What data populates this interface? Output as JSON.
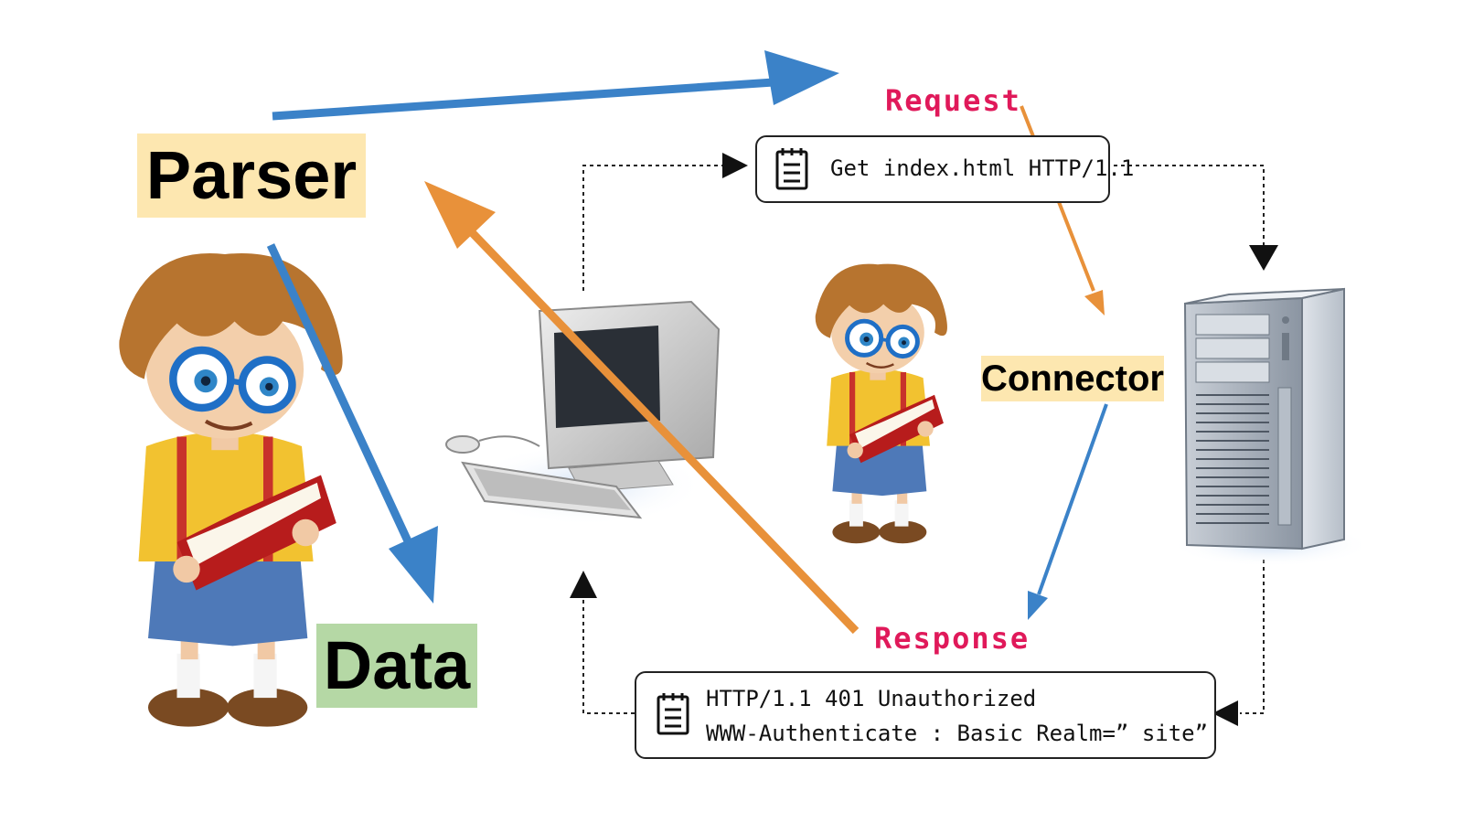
{
  "labels": {
    "parser": "Parser",
    "data": "Data",
    "connector": "Connector",
    "request": "Request",
    "response": "Response"
  },
  "request_message": {
    "line": "Get index.html HTTP/1.1"
  },
  "response_message": {
    "line1": "HTTP/1.1 401 Unauthorized",
    "line2": "WWW-Authenticate : Basic Realm=” site”"
  },
  "colors": {
    "blue_arrow": "#3b82c8",
    "orange_arrow": "#e8913a",
    "label_pink": "#e0195a",
    "parser_bg": "#fde7b0",
    "connector_bg": "#fde7b0",
    "data_bg": "#b5d8a5"
  },
  "icons": {
    "message": "document-icon",
    "computer": "computer-icon",
    "server": "server-icon",
    "character": "reading-boy-illustration"
  }
}
